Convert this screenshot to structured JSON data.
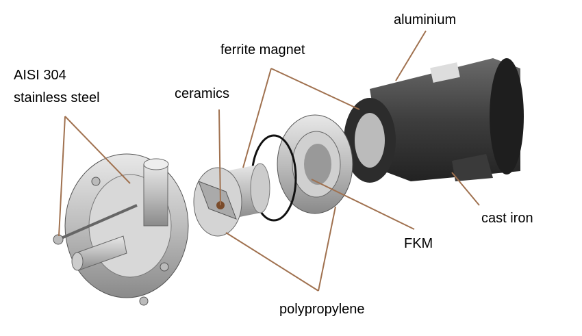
{
  "labels": {
    "aluminium": "aluminium",
    "ferrite_magnet": "ferrite magnet",
    "aisi_line1": "AISI 304",
    "aisi_line2": "stainless steel",
    "ceramics": "ceramics",
    "cast_iron": "cast iron",
    "fkm": "FKM",
    "polypropylene": "polypropylene"
  },
  "colors": {
    "leader": "#a0714f"
  }
}
